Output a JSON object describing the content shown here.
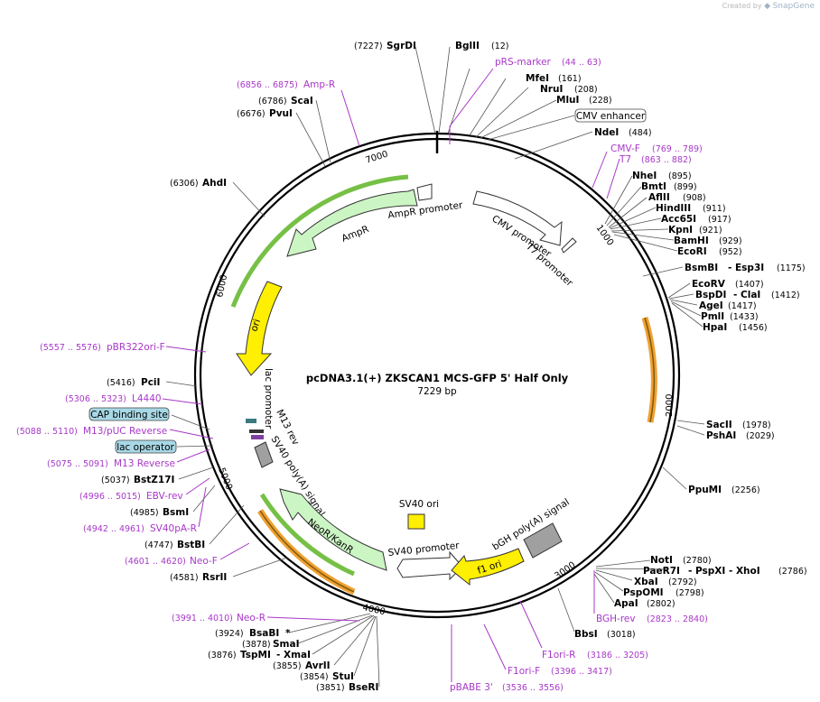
{
  "credit": {
    "prefix": "Created by",
    "brand": "SnapGene"
  },
  "map": {
    "title": "pcDNA3.1(+) ZKSCAN1 MCS-GFP 5' Half Only",
    "length_label": "7229 bp",
    "ticks": [
      "1000",
      "2000",
      "3000",
      "4000",
      "5000",
      "6000",
      "7000"
    ]
  },
  "sites": [
    {
      "pos": "(7227)",
      "name": "SgrDI"
    },
    {
      "pos": "(12)",
      "name": "BglII"
    },
    {
      "pos": "(161)",
      "name": "MfeI"
    },
    {
      "pos": "(208)",
      "name": "NruI"
    },
    {
      "pos": "(228)",
      "name": "MluI"
    },
    {
      "pos": "(484)",
      "name": "NdeI"
    },
    {
      "pos": "(895)",
      "name": "NheI"
    },
    {
      "pos": "(899)",
      "name": "BmtI"
    },
    {
      "pos": "(908)",
      "name": "AflII"
    },
    {
      "pos": "(911)",
      "name": "HindIII"
    },
    {
      "pos": "(917)",
      "name": "Acc65I"
    },
    {
      "pos": "(921)",
      "name": "KpnI"
    },
    {
      "pos": "(929)",
      "name": "BamHI"
    },
    {
      "pos": "(952)",
      "name": "EcoRI"
    },
    {
      "pos": "(1175)",
      "name": "BsmBI",
      "extra": "- Esp3I"
    },
    {
      "pos": "(1407)",
      "name": "EcoRV"
    },
    {
      "pos": "(1412)",
      "name": "BspDI",
      "extra": "- ClaI"
    },
    {
      "pos": "(1417)",
      "name": "AgeI"
    },
    {
      "pos": "(1433)",
      "name": "PmlI"
    },
    {
      "pos": "(1456)",
      "name": "HpaI"
    },
    {
      "pos": "(1978)",
      "name": "SacII"
    },
    {
      "pos": "(2029)",
      "name": "PshAI"
    },
    {
      "pos": "(2256)",
      "name": "PpuMI"
    },
    {
      "pos": "(2780)",
      "name": "NotI"
    },
    {
      "pos": "(2786)",
      "name": "PaeR7I",
      "extra": "- PspXI  - XhoI"
    },
    {
      "pos": "(2792)",
      "name": "XbaI"
    },
    {
      "pos": "(2798)",
      "name": "PspOMI"
    },
    {
      "pos": "(2802)",
      "name": "ApaI"
    },
    {
      "pos": "(3018)",
      "name": "BbsI"
    },
    {
      "pos": "(3924)",
      "name": "BsaBI",
      "extra": "*"
    },
    {
      "pos": "(3878)",
      "name": "SmaI"
    },
    {
      "pos": "(3876)",
      "name": "TspMI",
      "extra": "- XmaI"
    },
    {
      "pos": "(3855)",
      "name": "AvrII"
    },
    {
      "pos": "(3854)",
      "name": "StuI"
    },
    {
      "pos": "(3851)",
      "name": "BseRI"
    },
    {
      "pos": "(4581)",
      "name": "RsrII"
    },
    {
      "pos": "(4747)",
      "name": "BstBI"
    },
    {
      "pos": "(4985)",
      "name": "BsmI"
    },
    {
      "pos": "(5037)",
      "name": "BstZ17I"
    },
    {
      "pos": "(5416)",
      "name": "PciI"
    },
    {
      "pos": "(6306)",
      "name": "AhdI"
    },
    {
      "pos": "(6676)",
      "name": "PvuI"
    },
    {
      "pos": "(6786)",
      "name": "ScaI"
    }
  ],
  "features": [
    {
      "name": "pRS-marker",
      "range": "(44 .. 63)"
    },
    {
      "name": "CMV-F",
      "range": "(769 .. 789)"
    },
    {
      "name": "T7",
      "range": "(863 .. 882)"
    },
    {
      "name": "BGH-rev",
      "range": "(2823 .. 2840)"
    },
    {
      "name": "F1ori-R",
      "range": "(3186 .. 3205)"
    },
    {
      "name": "F1ori-F",
      "range": "(3396 .. 3417)"
    },
    {
      "name": "pBABE 3'",
      "range": "(3536 .. 3556)"
    },
    {
      "name": "Neo-R",
      "range": "(3991 .. 4010)"
    },
    {
      "name": "Neo-F",
      "range": "(4601 .. 4620)"
    },
    {
      "name": "SV40pA-R",
      "range": "(4942 .. 4961)"
    },
    {
      "name": "EBV-rev",
      "range": "(4996 .. 5015)"
    },
    {
      "name": "M13 Reverse",
      "range": "(5075 .. 5091)"
    },
    {
      "name": "M13/pUC Reverse",
      "range": "(5088 .. 5110)"
    },
    {
      "name": "L4440",
      "range": "(5306 .. 5323)"
    },
    {
      "name": "pBR322ori-F",
      "range": "(5557 .. 5576)"
    },
    {
      "name": "Amp-R",
      "range": "(6856 .. 6875)"
    }
  ],
  "boxed_features": [
    "CMV enhancer",
    "CAP binding site",
    "lac operator"
  ],
  "inner_labels": [
    "AmpR promoter",
    "AmpR",
    "CMV promoter",
    "T7 promoter",
    "ori",
    "lac promoter",
    "M13 rev",
    "SV40 poly(A) signal",
    "NeoR/KanR",
    "SV40 ori",
    "SV40 promoter",
    "bGH poly(A) signal",
    "f1 ori"
  ],
  "colors": {
    "primer": "#a838c8",
    "ampr": "#ccf5c4",
    "ori": "#ffef00",
    "orf_orange": "#f0a030",
    "box_cyan": "#a8d8e6",
    "gray": "#a0a0a0"
  }
}
